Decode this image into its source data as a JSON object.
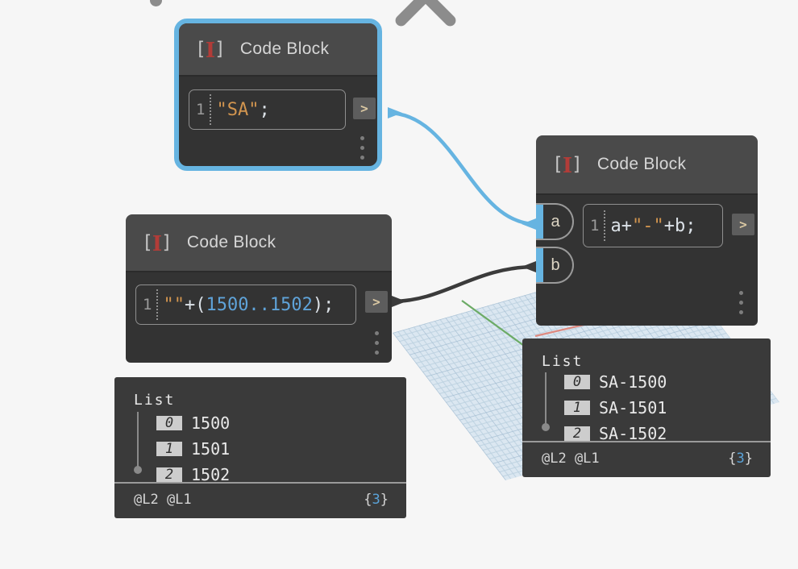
{
  "colors": {
    "canvas_bg": "#f6f6f6",
    "accent_cyan": "#66b4e1",
    "wire_dark": "#3b3b3b",
    "node_header": "#4a4a4a",
    "node_body": "#333333",
    "preview_bg": "#3a3a3a",
    "string_orange": "#d2954f",
    "number_blue": "#5fa3d9",
    "index_badge": "#cdcdcd",
    "grid_fill": "#dbe7f1",
    "axis_green": "#6cab66",
    "axis_red": "#de8a80"
  },
  "code_block_icon": {
    "open": "[",
    "cursor": "I",
    "close": "]"
  },
  "nodes": [
    {
      "title": "Code Block",
      "selected": true,
      "line_number": "1",
      "output_label": ">",
      "code": {
        "s1": "\"SA\"",
        "p1": ";"
      }
    },
    {
      "title": "Code Block",
      "selected": false,
      "line_number": "1",
      "output_label": ">",
      "inputs": {
        "a": "a",
        "b": "b"
      },
      "code": {
        "p1": "a+",
        "s1": "\"-\"",
        "p2": "+b;"
      }
    },
    {
      "title": "Code Block",
      "selected": false,
      "line_number": "1",
      "output_label": ">",
      "code": {
        "s1": "\"\"",
        "p1": "+(",
        "n1": "1500..1502",
        "p2": ");"
      }
    }
  ],
  "previews": [
    {
      "title": "List",
      "items": [
        {
          "index": "0",
          "value": "1500"
        },
        {
          "index": "1",
          "value": "1501"
        },
        {
          "index": "2",
          "value": "1502"
        }
      ],
      "footer_left": "@L2 @L1",
      "count_open": "{",
      "count": "3",
      "count_close": "}"
    },
    {
      "title": "List",
      "items": [
        {
          "index": "0",
          "value": "SA-1500"
        },
        {
          "index": "1",
          "value": "SA-1501"
        },
        {
          "index": "2",
          "value": "SA-1502"
        }
      ],
      "footer_left": "@L2 @L1",
      "count_open": "{",
      "count": "3",
      "count_close": "}"
    }
  ],
  "wires": [
    {
      "from": "code-block-1.output",
      "to": "code-block-2.input-a",
      "color": "#66b4e1"
    },
    {
      "from": "code-block-3.output",
      "to": "code-block-2.input-b",
      "color": "#3b3b3b"
    }
  ]
}
